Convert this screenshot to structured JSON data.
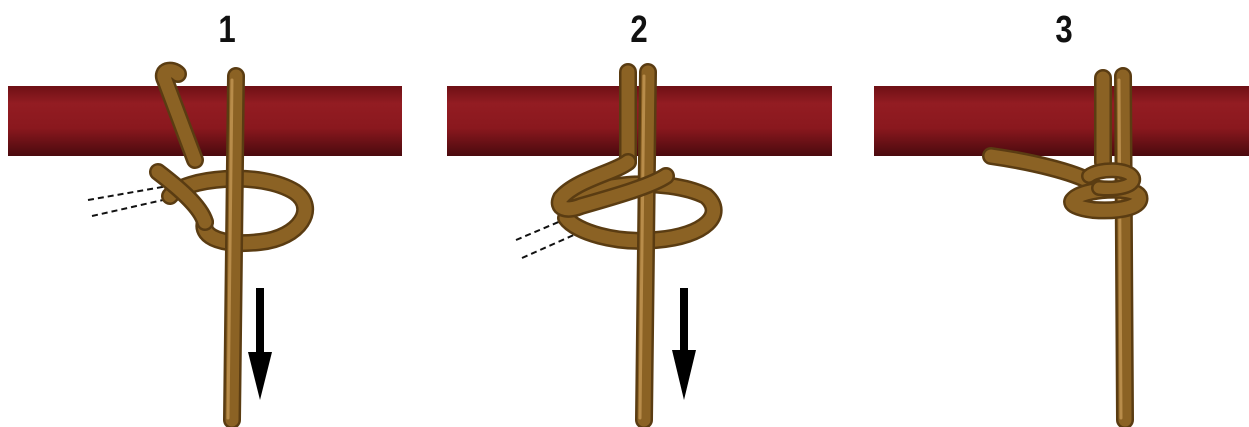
{
  "steps": [
    {
      "number": "1"
    },
    {
      "number": "2"
    },
    {
      "number": "3"
    }
  ],
  "colors": {
    "bar": "#8c1a1f",
    "bar_dark": "#4e0c10",
    "rope": "#8b6224",
    "rope_dark": "#5a3c12",
    "rope_light": "#b88c4a",
    "arrow": "#000000"
  }
}
